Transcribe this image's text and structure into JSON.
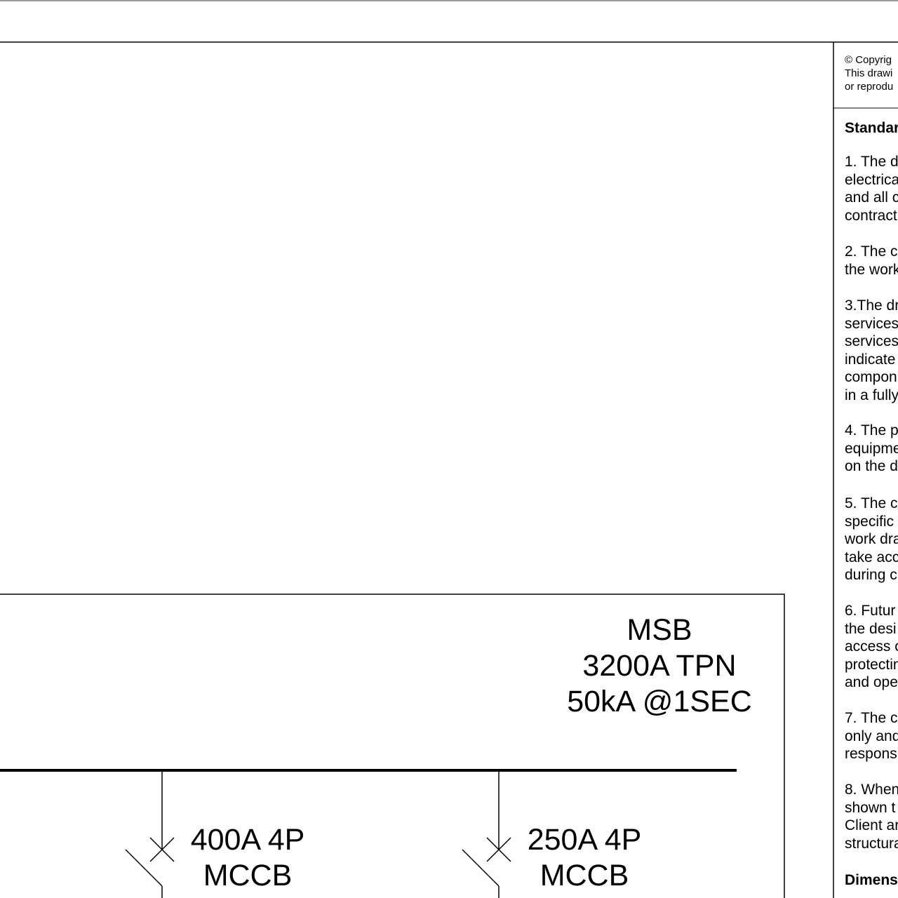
{
  "copyright": {
    "line1": "© Copyrig",
    "line2": "This drawi",
    "line3": "or reprodu"
  },
  "notes": {
    "heading": "Standar",
    "items": [
      [
        "1. The d",
        "electrica",
        "and all c",
        "contract"
      ],
      [
        "2. The c",
        "the work"
      ],
      [
        "3.The dr",
        "services",
        "services",
        "indicate",
        "compon",
        "in a fully"
      ],
      [
        "4. The p",
        "equipme",
        "on the d"
      ],
      [
        "5. The c",
        "specific",
        "work dra",
        "take acc",
        "during c"
      ],
      [
        "6. Futur",
        "the desi",
        "access c",
        "protectin",
        "and ope"
      ],
      [
        "7. The c",
        "only and",
        "respons"
      ],
      [
        "8. When",
        "shown t",
        "Client ar",
        "structura"
      ]
    ],
    "footer_heading": "Dimens"
  },
  "msb": {
    "name": "MSB",
    "rating": "3200A TPN",
    "fault": "50kA @1SEC"
  },
  "breakers": [
    {
      "rating": "400A 4P",
      "type": "MCCB"
    },
    {
      "rating": "250A 4P",
      "type": "MCCB"
    }
  ]
}
